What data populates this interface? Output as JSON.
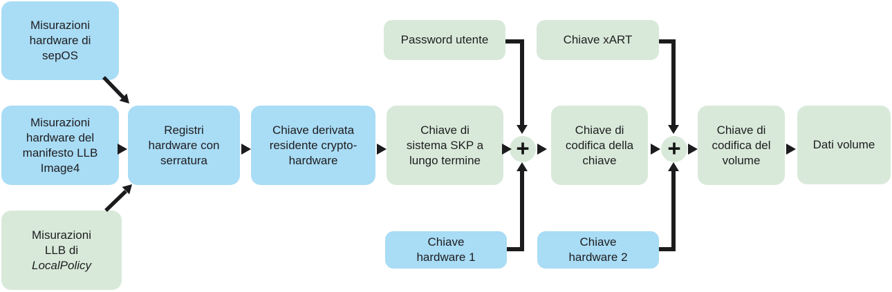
{
  "colors": {
    "node_blue": "#a9dcf5",
    "node_green": "#d8e9d9",
    "connector_black": "#1c1c1e",
    "text": "#1d1d1f",
    "background": "#ffffff"
  },
  "nodes": {
    "sepos": {
      "label": "Misurazioni hardware di sepOS"
    },
    "manifesto": {
      "label": "Misurazioni hardware del manifesto LLB Image4"
    },
    "llb_localpolicy": {
      "line1": "Misurazioni",
      "line2": "LLB di",
      "italic": "LocalPolicy"
    },
    "registri": {
      "label": "Registri hardware con serratura"
    },
    "derivata": {
      "label": "Chiave derivata residente crypto-hardware"
    },
    "skp": {
      "label": "Chiave di sistema SKP a lungo termine"
    },
    "password": {
      "label": "Password utente"
    },
    "hw1": {
      "label": "Chiave hardware 1"
    },
    "kek": {
      "label": "Chiave di codifica della chiave"
    },
    "xart": {
      "label": "Chiave xART"
    },
    "hw2": {
      "label": "Chiave hardware 2"
    },
    "vek": {
      "label": "Chiave di codifica del volume"
    },
    "dati": {
      "label": "Dati volume"
    }
  },
  "combiners": {
    "plus1": {
      "symbol": "+"
    },
    "plus2": {
      "symbol": "+"
    }
  }
}
